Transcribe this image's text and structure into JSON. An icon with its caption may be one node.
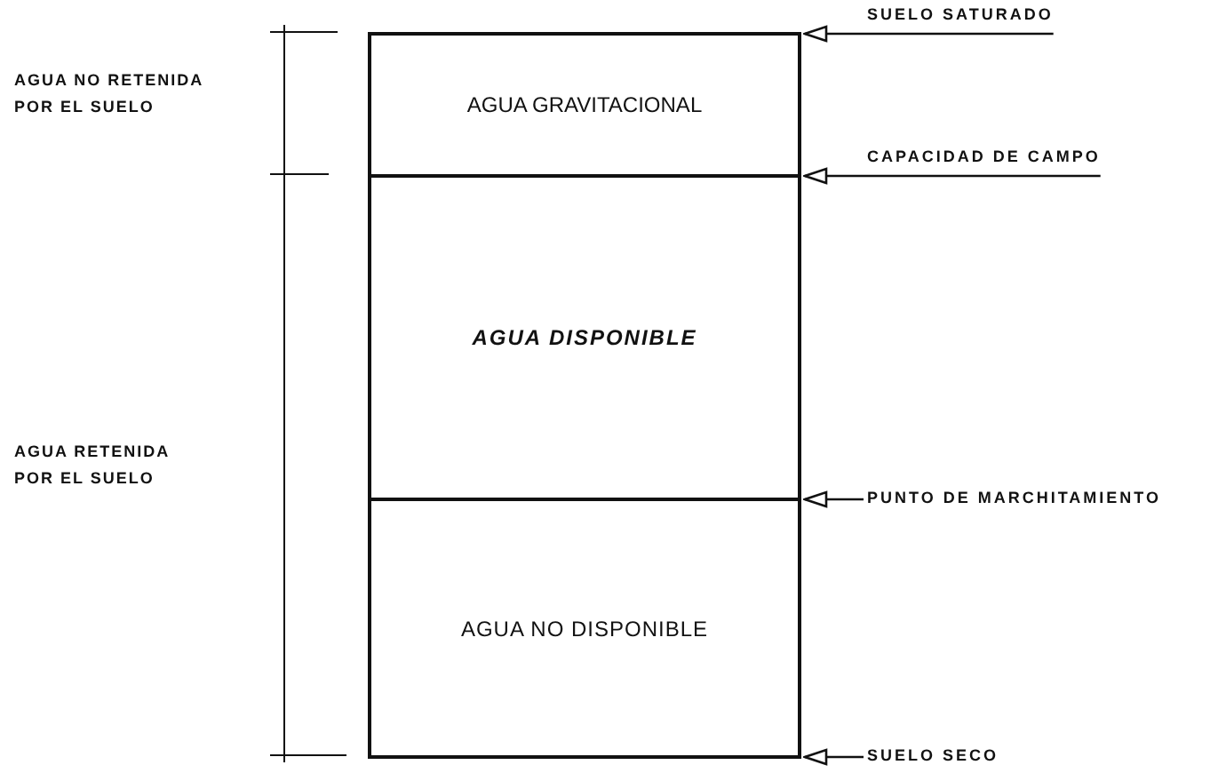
{
  "diagram": {
    "nodes": [
      {
        "text": [
          "AGUA GRAVITACIONAL"
        ]
      },
      {
        "text": [
          "AGUA DISPONIBLE"
        ]
      },
      {
        "text": [
          "AGUA NO DISPONIBLE"
        ]
      },
      {
        "text": [
          "SUELO SATURADO"
        ]
      },
      {
        "text": [
          "CAPACIDAD DE CAMPO"
        ]
      },
      {
        "text": [
          "PUNTO DE MARCHITAMIENTO"
        ]
      },
      {
        "text": [
          "SUELO SECO"
        ]
      }
    ],
    "edges": [
      {
        "from": 3,
        "to": 0,
        "arrow": "to"
      },
      {
        "from": 4,
        "to": 0,
        "arrow": "to"
      },
      {
        "from": 5,
        "to": 2,
        "arrow": "to"
      },
      {
        "from": 6,
        "to": 2,
        "arrow": "to"
      }
    ],
    "labels": [
      "AGUA NO RETENIDA POR EL SUELO",
      "AGUA RETENIDA POR EL SUELO"
    ]
  }
}
